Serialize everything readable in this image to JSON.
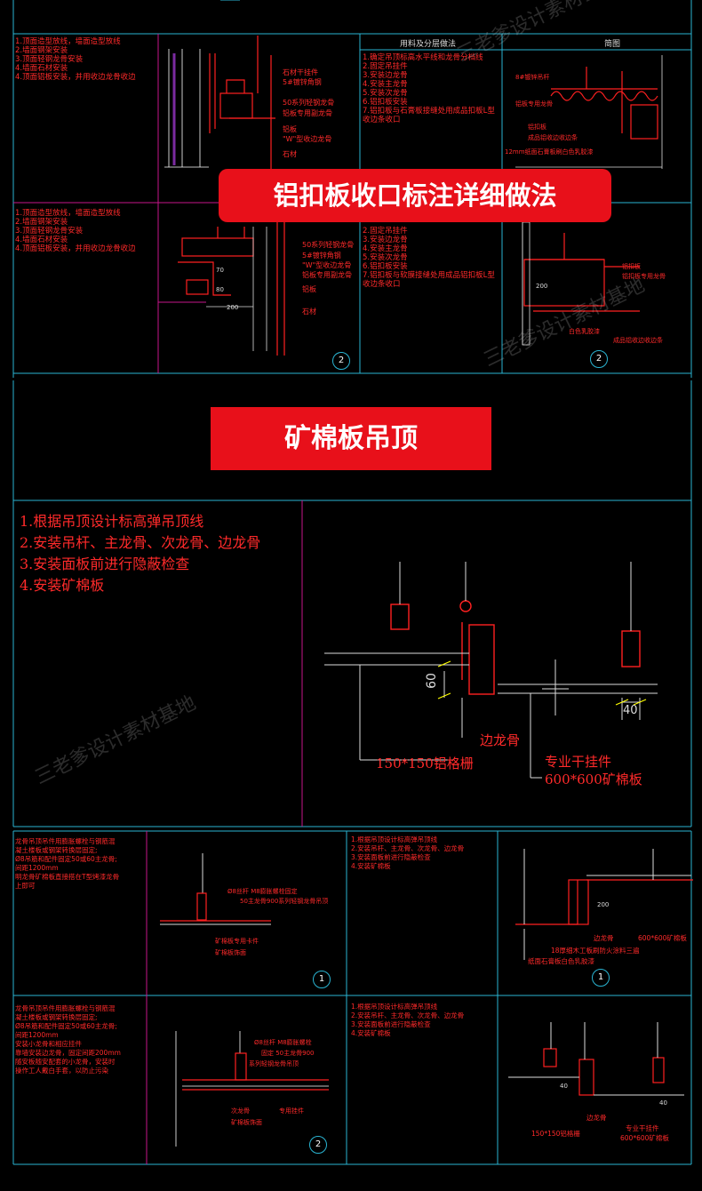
{
  "colors": {
    "background": "#000000",
    "frame": "#2ab4d2",
    "red": "#ff2020",
    "white": "#ffffff",
    "banner": "#e8101a"
  },
  "banner1": {
    "title": "铝扣板收口标注详细做法"
  },
  "banner2": {
    "title": "矿棉板吊顶"
  },
  "watermark": "三老爹设计素材基地",
  "top_section": {
    "header_materials": "用料及分层做法",
    "header_diagram": "简图",
    "panel1": {
      "notes": [
        "1.顶面造型放线，墙面造型放线",
        "2.墙面钢架安装",
        "3.顶面轻钢龙骨安装",
        "4.墙面石材安装",
        "4.顶面铝板安装，并用收边龙骨收边"
      ],
      "labels": [
        "石材干挂件",
        "5#镀锌角钢",
        "50系列轻钢龙骨",
        "铝板专用副龙骨",
        "铝板",
        "\"W\"型收边龙骨",
        "石材"
      ],
      "steps": [
        "1.确定吊顶标高水平线和龙骨分档线",
        "2.固定吊挂件",
        "3.安装边龙骨",
        "4.安装主龙骨",
        "5.安装次龙骨",
        "6.铝扣板安装",
        "7.铝扣板与石膏板接缝处用成品扣板L型",
        "收边条收口"
      ],
      "sketch_labels": [
        "8#镀锌吊杆",
        "铝板专用龙骨",
        "铝扣板",
        "成品铝收边收边条",
        "12mm纸面石膏板刷白色乳胶漆"
      ]
    },
    "panel2": {
      "notes": [
        "1.顶面造型放线，墙面造型放线",
        "2.墙面钢架安装",
        "3.顶面轻钢龙骨安装",
        "4.墙面石材安装",
        "4.顶面铝板安装，并用收边龙骨收边"
      ],
      "labels": [
        "50系列轻钢龙骨",
        "5#镀锌角钢",
        "\"W\"型收边龙骨",
        "铝板专用副龙骨",
        "铝板",
        "石材"
      ],
      "dims": [
        "70",
        "80",
        "200"
      ],
      "steps": [
        "2.固定吊挂件",
        "3.安装边龙骨",
        "4.安装主龙骨",
        "5.安装次龙骨",
        "6.铝扣板安装",
        "7.铝扣板与软膜接缝处用成品铝扣板L型",
        "收边条收口"
      ],
      "sketch_labels": [
        "铝扣板",
        "铝扣板专用龙骨",
        "白色乳胶漆",
        "成品铝收边收边条"
      ],
      "sketch_dim": "200",
      "number": "2"
    },
    "number": "2"
  },
  "mid_section": {
    "steps": [
      "1.根据吊顶设计标高弹吊顶线",
      "2.安装吊杆、主龙骨、次龙骨、边龙骨",
      "3.安装面板前进行隐蔽检查",
      "4.安装矿棉板"
    ],
    "dims": [
      "60",
      "40"
    ],
    "labels": [
      "边龙骨",
      "150*150铝格栅",
      "专业干挂件",
      "600*600矿棉板"
    ]
  },
  "bottom1": {
    "left_notes": [
      "龙骨吊顶吊件用膨胀螺栓与钢筋混",
      "凝土楼板或钢架转换层固定;",
      "Ø8吊筋和配件固定50或60主龙骨;",
      "间距1200mm",
      "明龙骨矿棉板直接搭在T型烤漆龙骨",
      "上即可"
    ],
    "labels": [
      "Ø8丝杆  M8膨胀螺栓固定",
      "50主龙骨900系列轻钢龙骨吊顶",
      "矿棉板专用卡件",
      "矿棉板饰面"
    ],
    "number": "1",
    "steps": [
      "1.根据吊顶设计标高弹吊顶线",
      "2.安装吊杆、主龙骨、次龙骨、边龙骨",
      "3.安装面板前进行隐蔽检查",
      "4.安装矿棉板"
    ],
    "right_labels": [
      "边龙骨",
      "600*600矿棉板",
      "18厚细木工板刷防火涂料三遍",
      "纸面石膏板白色乳胶漆"
    ],
    "right_dim": "200",
    "right_number": "1"
  },
  "bottom2": {
    "left_notes": [
      "龙骨吊顶吊件用膨胀螺栓与钢筋混",
      "凝土楼板或钢架转换层固定;",
      "Ø8吊筋和配件固定50或60主龙骨;",
      "间距1200mm",
      "安装小龙骨和相应挂件",
      "靠墙安装边龙骨，固定间距200mm",
      "随安板随安配套的小龙骨，安装时",
      "操作工人戴白手套，以防止污染"
    ],
    "labels": [
      "Ø8丝杆  M8膨胀螺栓",
      "固定  50主龙骨900",
      "系列轻钢龙骨吊顶",
      "次龙骨",
      "专用挂件",
      "矿棉板饰面"
    ],
    "number": "2",
    "steps": [
      "1.根据吊顶设计标高弹吊顶线",
      "2.安装吊杆、主龙骨、次龙骨、边龙骨",
      "3.安装面板前进行隐蔽检查",
      "4.安装矿棉板"
    ],
    "right_labels": [
      "边龙骨",
      "150*150铝格栅",
      "专业干挂件",
      "600*600矿棉板"
    ],
    "right_dims": [
      "40",
      "40"
    ]
  }
}
